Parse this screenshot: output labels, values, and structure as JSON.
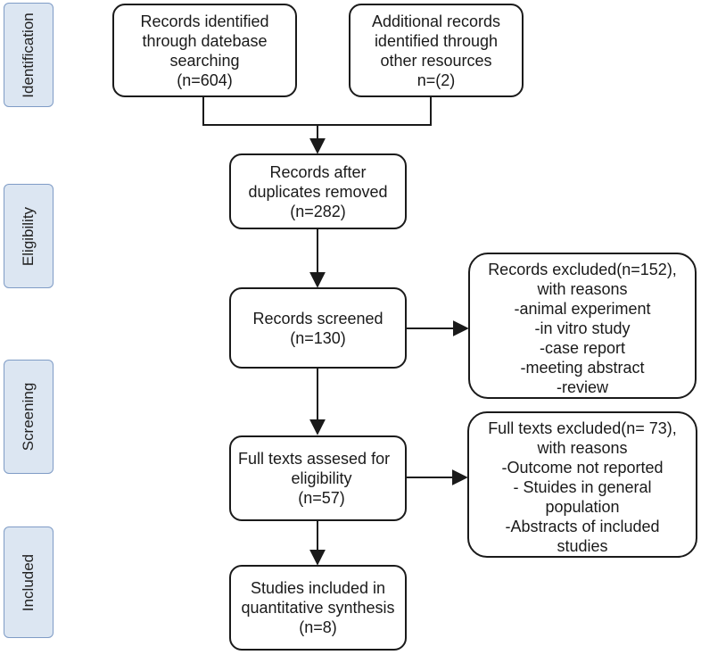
{
  "phases": {
    "identification": "Identification",
    "eligibility": "Eligibility",
    "screening": "Screening",
    "included": "Included"
  },
  "boxes": {
    "db_search": [
      "Records identified",
      "through datebase",
      "searching",
      "(n=604)"
    ],
    "other_resources": [
      "Additional records",
      "identified through",
      "other resources",
      "n=(2)"
    ],
    "after_duplicates": [
      "Records after",
      "duplicates removed",
      "(n=282)"
    ],
    "screened": [
      "Records screened",
      "(n=130)"
    ],
    "excluded_records": [
      "Records excluded(n=152),",
      "with reasons",
      "-animal experiment",
      "-in vitro study",
      "-case report",
      "-meeting abstract",
      "-review"
    ],
    "full_texts": [
      "Full texts assesed for",
      "eligibility",
      "(n=57)"
    ],
    "excluded_full_texts": [
      "Full texts excluded(n= 73),",
      "with reasons",
      "-Outcome not reported",
      "- Stuides in general",
      "population",
      "-Abstracts of included",
      "studies"
    ],
    "included_studies": [
      "Studies included in",
      "quantitative synthesis",
      "(n=8)"
    ]
  },
  "colors": {
    "phase_fill": "#dce6f2",
    "phase_border": "#7f9cc6",
    "box_border": "#1a1a1a",
    "arrow": "#1a1a1a"
  }
}
